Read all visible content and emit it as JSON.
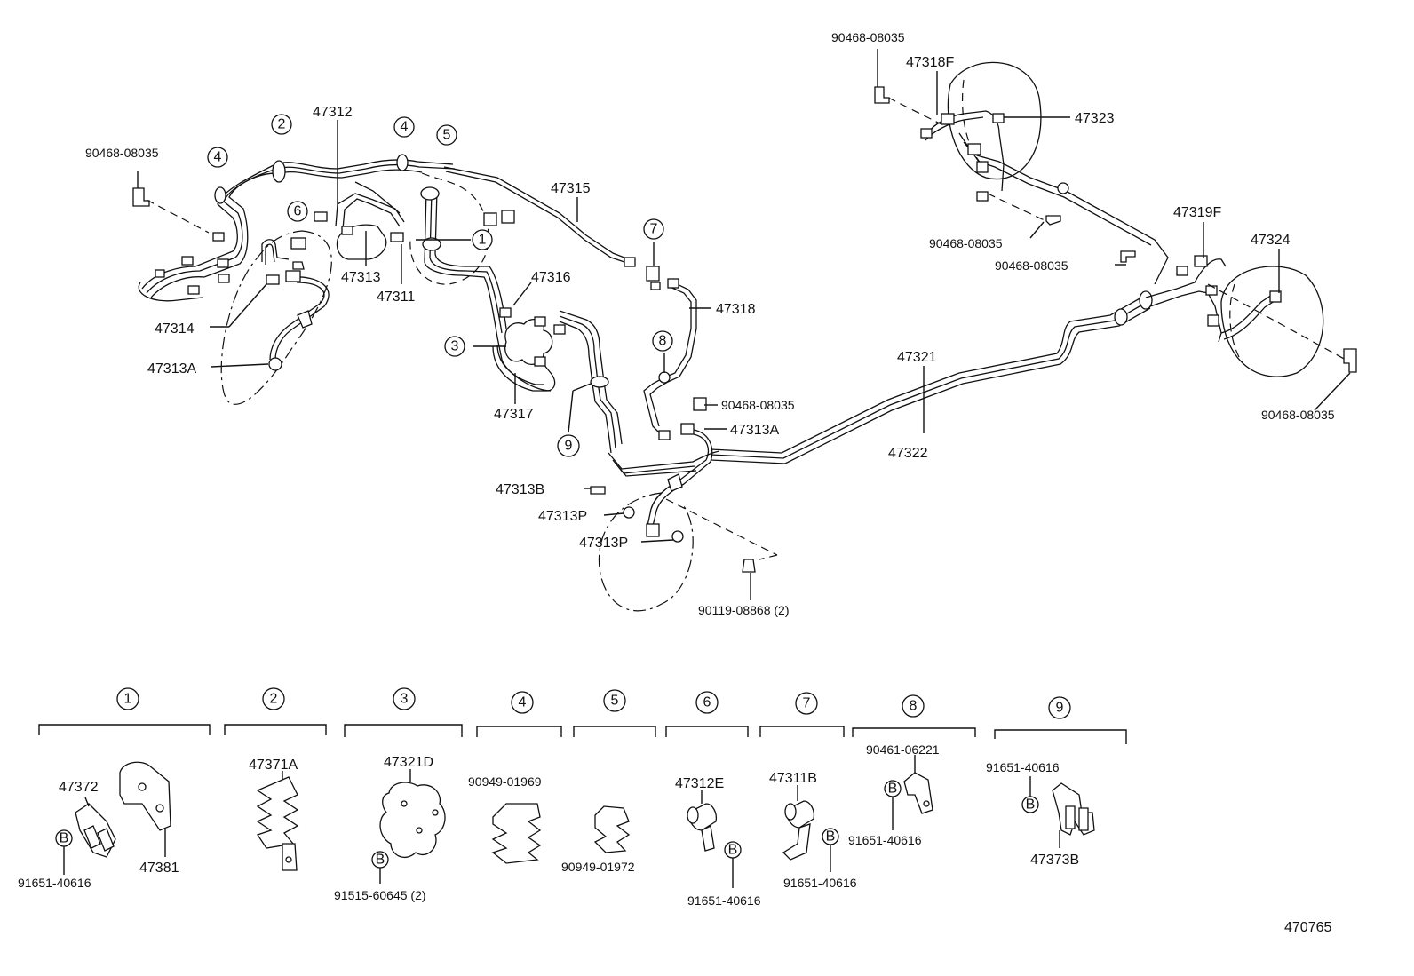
{
  "diagram_id": "470765",
  "callouts": {
    "p1": "1",
    "p2": "2",
    "p3": "3",
    "p4a": "4",
    "p4b": "4",
    "p5": "5",
    "p6": "6",
    "p7": "7",
    "p8": "8",
    "p9": "9"
  },
  "labels": {
    "l_90468_tl": "90468-08035",
    "l_47312": "47312",
    "l_47315": "47315",
    "l_47313": "47313",
    "l_47311": "47311",
    "l_47314": "47314",
    "l_47313A_l": "47313A",
    "l_47316": "47316",
    "l_47317": "47317",
    "l_47318": "47318",
    "l_90468_mid": "90468-08035",
    "l_47313A_m": "47313A",
    "l_47313B": "47313B",
    "l_47313P_1": "47313P",
    "l_47313P_2": "47313P",
    "l_90119": "90119-08868 (2)",
    "l_47321": "47321",
    "l_47322": "47322",
    "l_90468_top": "90468-08035",
    "l_47318F": "47318F",
    "l_47323": "47323",
    "l_90468_r1": "90468-08035",
    "l_90468_r2": "90468-08035",
    "l_47319F": "47319F",
    "l_47324": "47324",
    "l_90468_br": "90468-08035"
  },
  "groups": [
    {
      "num": "1",
      "parts": [
        "47372",
        "91651-40616",
        "47381"
      ]
    },
    {
      "num": "2",
      "parts": [
        "47371A"
      ]
    },
    {
      "num": "3",
      "parts": [
        "47321D",
        "91515-60645 (2)"
      ]
    },
    {
      "num": "4",
      "parts": [
        "90949-01969"
      ]
    },
    {
      "num": "5",
      "parts": [
        "90949-01972"
      ]
    },
    {
      "num": "6",
      "parts": [
        "47312E",
        "91651-40616"
      ]
    },
    {
      "num": "7",
      "parts": [
        "47311B",
        "91651-40616"
      ]
    },
    {
      "num": "8",
      "parts": [
        "90461-06221",
        "91651-40616"
      ]
    },
    {
      "num": "9",
      "parts": [
        "91651-40616",
        "47373B"
      ]
    }
  ],
  "bolt_symbol": "B"
}
